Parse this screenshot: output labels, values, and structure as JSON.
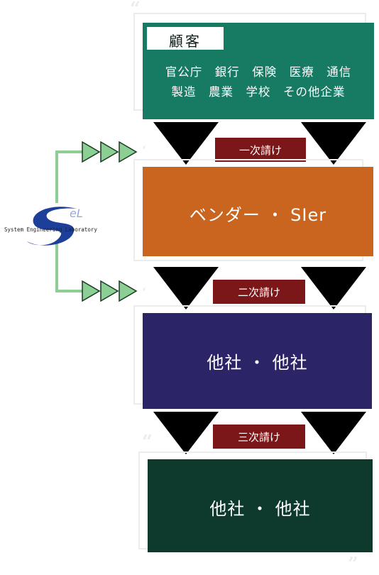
{
  "customer": {
    "title": "顧客",
    "line1": "官公庁　銀行　保険　医療　通信",
    "line2": "製造　農業　学校　その他企業"
  },
  "tiers": [
    {
      "label": "一次請け",
      "text": "ベンダー ・ SIer"
    },
    {
      "label": "二次請け",
      "text": "他社 ・ 他社"
    },
    {
      "label": "三次請け",
      "text": "他社 ・ 他社"
    }
  ],
  "logo": {
    "text": "System Engineering Laboratory"
  },
  "colors": {
    "customer": "#177a63",
    "vendor": "#c9651f",
    "tier2": "#2b2466",
    "tier3": "#0d3a2c",
    "label": "#7b1719",
    "connector": "#8ccf95"
  }
}
